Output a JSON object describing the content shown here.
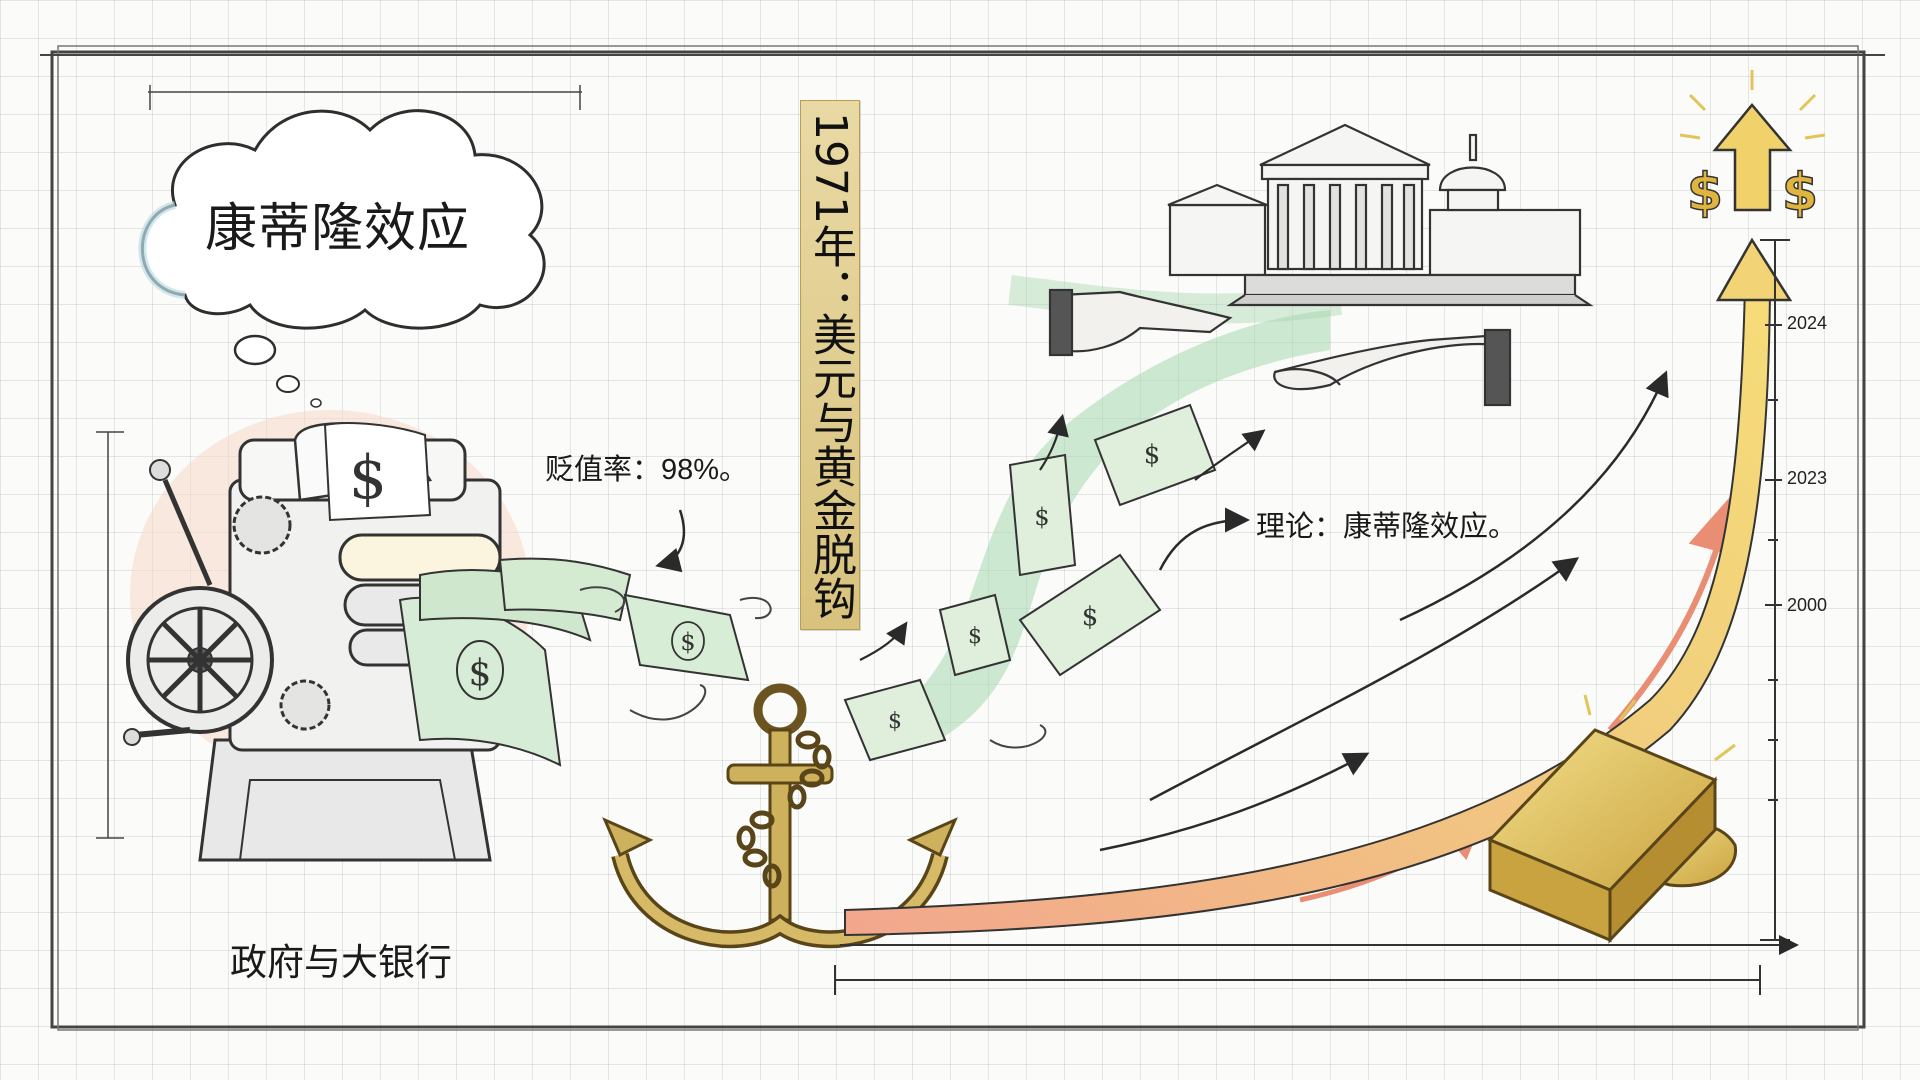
{
  "title": "康蒂隆效应",
  "banner": "1971年：美元与黄金脱钩",
  "depreciation_label": "贬值率：98%。",
  "theory_label": "理论：康蒂隆效应。",
  "printer_label": "政府与大银行",
  "timeline_ticks": [
    "2024",
    "2023",
    "2000"
  ],
  "icons": [
    "money-printing-press-icon",
    "dollar-bill-icon",
    "broken-anchor-icon",
    "government-building-icon",
    "giving-hand-icon",
    "receiving-hand-icon",
    "gold-bar-icon",
    "dollar-sign-icon",
    "up-arrow-icon"
  ],
  "colors": {
    "money_green": "#a8d8b0",
    "gold": "#e2c45a",
    "salmon": "#f0a48a",
    "pencil": "#333333"
  }
}
